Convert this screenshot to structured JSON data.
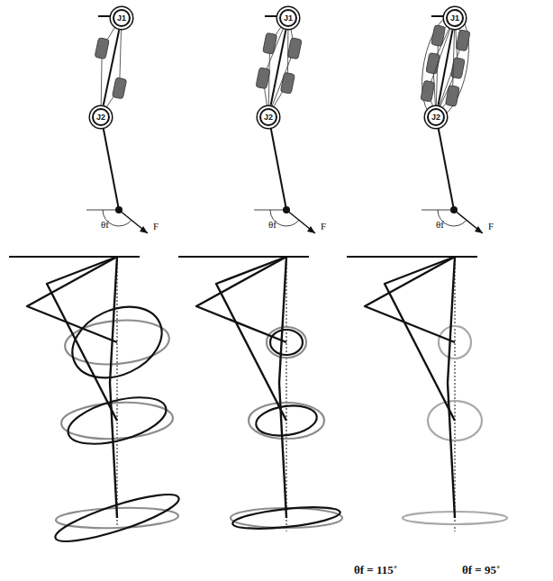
{
  "diagram": {
    "nodes": [
      {
        "text": [
          "J1"
        ]
      },
      {
        "text": [
          "J2"
        ]
      },
      {
        "text": [
          "J1"
        ]
      },
      {
        "text": [
          "J2"
        ]
      },
      {
        "text": [
          "J1"
        ]
      },
      {
        "text": [
          "J2"
        ]
      }
    ],
    "edges": [
      {
        "from": 0,
        "to": 1,
        "arrow": "none"
      },
      {
        "from": 2,
        "to": 3,
        "arrow": "none"
      },
      {
        "from": 4,
        "to": 5,
        "arrow": "none"
      }
    ],
    "labels": [
      "θf",
      "F",
      "θf",
      "F",
      "θf",
      "F",
      "θf = 115˚",
      "θf = 95˚"
    ]
  }
}
